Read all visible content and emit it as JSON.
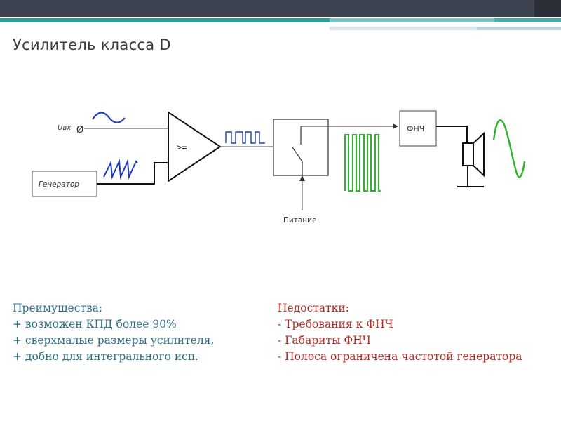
{
  "slide": {
    "title": "Усилитель класса D"
  },
  "diagram": {
    "input_label": "Uвх",
    "input_symbol": "Ø",
    "generator_label": "Генератор",
    "comparator_label": ">=",
    "filter_label": "ФНЧ",
    "power_label": "Питание"
  },
  "advantages": {
    "heading": "Преимущества:",
    "items": [
      "+ возможен КПД более 90%",
      "+ сверхмалые размеры усилителя,",
      "+ добно для интегрального исп."
    ]
  },
  "disadvantages": {
    "heading": "Недостатки:",
    "items": [
      "- Требования к ФНЧ",
      "- Габариты ФНЧ",
      "- Полоса ограничена частотой генератора"
    ]
  },
  "colors": {
    "header_dark": "#3d4350",
    "accent_teal": "#2f9a9a",
    "advantages_text": "#2d6f86",
    "disadvantages_text": "#b22a22",
    "waveform_blue": "#1f3bbf",
    "waveform_green": "#2fb22f"
  }
}
